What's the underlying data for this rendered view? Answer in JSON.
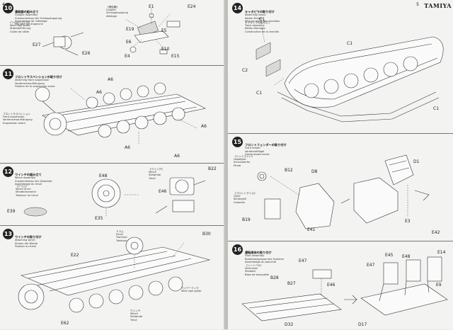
{
  "brand": "TAMIYA",
  "page_numbers": {
    "left": "4",
    "right": "5"
  },
  "steps": [
    {
      "number": "10",
      "jp": "連結器の組み立て",
      "lines": [
        "Coupler Assembly",
        "Zusammenbau der Schleppkupplung",
        "Assemblage de l'attelage",
        "Montaje del enganche"
      ],
      "sublabels": [
        "《連結器》",
        "Coupler",
        "Schleppkupplung",
        "Attelage",
        "(ワイヤーフック)",
        "Wire rope guide",
        "Stahlseilführung",
        "Guide de câble"
      ],
      "parts": [
        "E1",
        "E24",
        "E19",
        "E5",
        "E6",
        "E27",
        "E26",
        "E4",
        "E15",
        "E10"
      ]
    },
    {
      "number": "11",
      "jp": "フロントサスペンションの取り付け",
      "lines": [
        "Attaching front suspension",
        "Vorderachsaufhängung",
        "Fixation de la suspension avant"
      ],
      "sublabels": [
        "フロントサスペンション",
        "Front suspension",
        "Vorderachsaufhängung",
        "Suspension avant"
      ],
      "parts": [
        "A6",
        "A6",
        "A6",
        "A6",
        "A6"
      ]
    },
    {
      "number": "12",
      "jp": "ウインチの組み立て",
      "lines": [
        "Winch assembly",
        "Zusammenbau der Seilwinde",
        "Assemblage du treuil"
      ],
      "sublabels": [
        "《ドラム》",
        "Winch drum",
        "Windentrommel",
        "Tambour du treuil",
        "《ウインチ》",
        "Winch",
        "Seilwinde",
        "Treuil"
      ],
      "parts": [
        "E48",
        "E35",
        "E39",
        "B22",
        "E46"
      ]
    },
    {
      "number": "13",
      "jp": "ウインチの取り付け",
      "lines": [
        "Attaching winch",
        "Einbau der Winde",
        "Fixation du treuil"
      ],
      "sublabels": [
        "ドラム",
        "Drum",
        "Trommel",
        "Tambour",
        "ウインチ",
        "Winch",
        "Seilwinde",
        "Treuil",
        "ウイアーフック",
        "Wire rope guide"
      ],
      "parts": [
        "E22",
        "B30",
        "E62"
      ]
    },
    {
      "number": "14",
      "jp": "キャタピラの取り付け",
      "lines": [
        "Attaching tracks",
        "Ketten-Einbau",
        "Mise en place des chenilles"
      ],
      "sublabels": [
        "キャタピラの組み立て",
        "Track assembly",
        "Ketten-Montage",
        "Construction de la chenille"
      ],
      "parts": [
        "C1",
        "C2",
        "C1",
        "C1",
        "C1"
      ]
    },
    {
      "number": "15",
      "jp": "フロントフェンダーの取り付け",
      "lines": [
        "Front fender",
        "Vorderkotflügel",
        "Garde-boues avant"
      ],
      "sublabels": [
        "《ヘッドライト》",
        "Headlight",
        "Scheinwerfer",
        "Phare",
        "《フロントグリル》",
        "Grille",
        "Kühlergrill",
        "Calandre"
      ],
      "parts": [
        "B12",
        "B19",
        "D8",
        "D1",
        "E41",
        "E3",
        "E42"
      ]
    },
    {
      "number": "16",
      "jp": "運転席床の取り付け",
      "lines": [
        "Floor assembly",
        "Bodenbaugruppe des Systems",
        "Assemblage du plancher"
      ],
      "sublabels": [
        "《シートバネ》",
        "Seat base",
        "Sitzbank",
        "Base de banquette"
      ],
      "parts": [
        "E47",
        "E45",
        "E14",
        "E46",
        "E47",
        "E9",
        "E48",
        "D32",
        "D17",
        "B28",
        "B27"
      ]
    }
  ]
}
